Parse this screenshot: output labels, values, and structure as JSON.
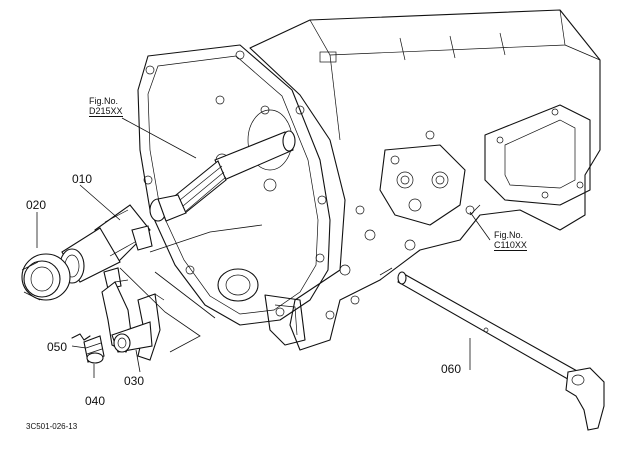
{
  "diagram": {
    "part_labels": [
      "010",
      "020",
      "030",
      "040",
      "050",
      "060"
    ],
    "references": [
      {
        "line1": "Fig.No.",
        "line2": "D215XX"
      },
      {
        "line1": "Fig.No.",
        "line2": "C110XX"
      }
    ],
    "drawing_code": "3C501-026-13"
  }
}
